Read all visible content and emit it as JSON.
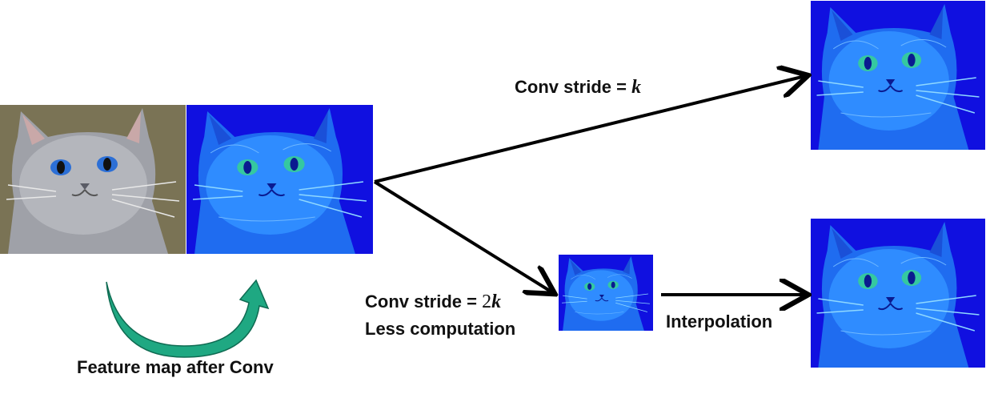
{
  "labels": {
    "stride_k_prefix": "Conv stride = ",
    "stride_k_symbol": "k",
    "stride_2k_prefix": "Conv stride = ",
    "stride_2k_number": "2",
    "stride_2k_symbol": "k",
    "less_computation": "Less computation",
    "interpolation": "Interpolation",
    "feature_map_caption": "Feature map after Conv"
  },
  "colors": {
    "original_background": "#7a7355",
    "cat_fur_gray": "#a8aab0",
    "feature_background": "#1010e0",
    "feature_fur_blue": "#2f8cff",
    "arrow_black": "#000000",
    "curved_arrow_green": "#1fa882"
  },
  "images": {
    "original_photo": "gray British Shorthair cat photo",
    "feature_map": "blue-tinted convolution feature map of the cat"
  }
}
